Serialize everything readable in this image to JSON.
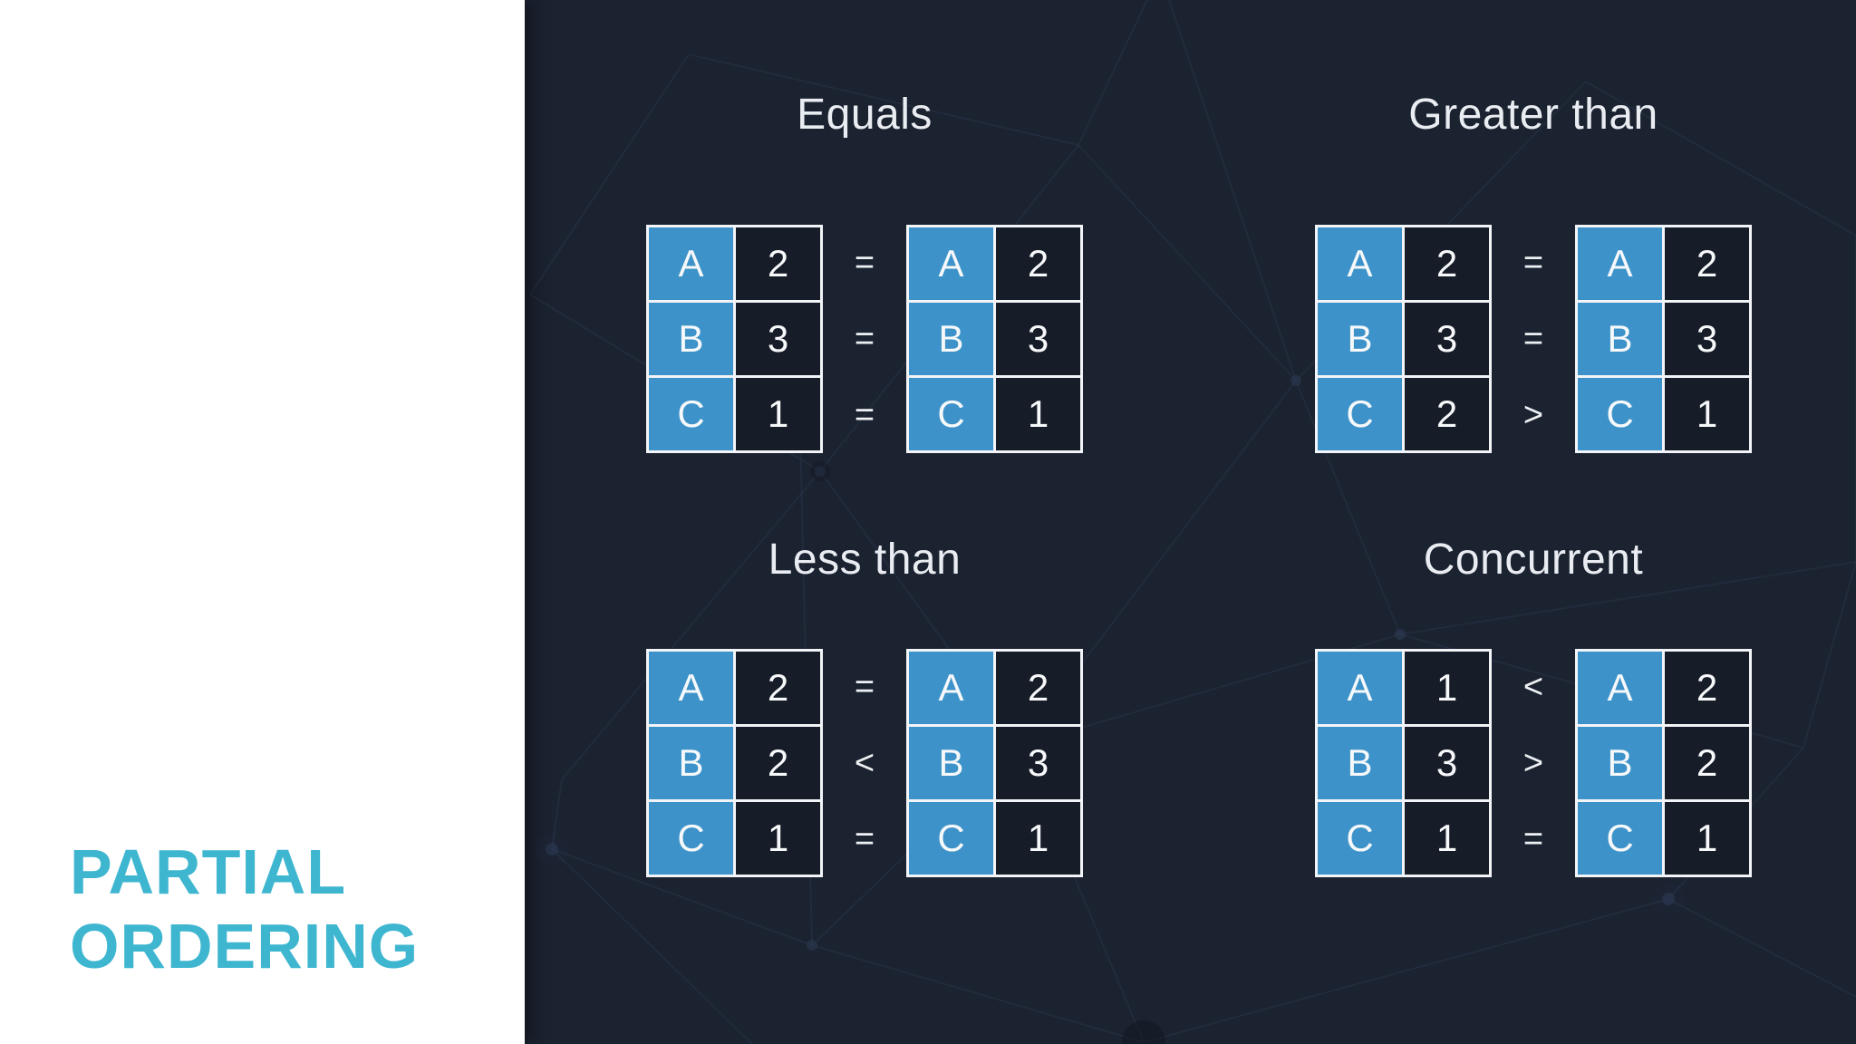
{
  "slide": {
    "title_line1": "PARTIAL",
    "title_line2": "ORDERING",
    "accent_color": "#3eb6d0",
    "panel_background": "#ffffff",
    "canvas_background": "#1b2230",
    "table_key_color": "#3d93c9",
    "table_value_background": "#161c28",
    "grid_line_color": "#f2f4f7",
    "title_text_color": "#e9edf2"
  },
  "quadrants": [
    {
      "label": "Equals",
      "rows": [
        "A",
        "B",
        "C"
      ],
      "left_values": [
        "2",
        "3",
        "1"
      ],
      "operators": [
        "=",
        "=",
        "="
      ],
      "right_values": [
        "2",
        "3",
        "1"
      ]
    },
    {
      "label": "Greater than",
      "rows": [
        "A",
        "B",
        "C"
      ],
      "left_values": [
        "2",
        "3",
        "2"
      ],
      "operators": [
        "=",
        "=",
        ">"
      ],
      "right_values": [
        "2",
        "3",
        "1"
      ]
    },
    {
      "label": "Less than",
      "rows": [
        "A",
        "B",
        "C"
      ],
      "left_values": [
        "2",
        "2",
        "1"
      ],
      "operators": [
        "=",
        "<",
        "="
      ],
      "right_values": [
        "2",
        "3",
        "1"
      ]
    },
    {
      "label": "Concurrent",
      "rows": [
        "A",
        "B",
        "C"
      ],
      "left_values": [
        "1",
        "3",
        "1"
      ],
      "operators": [
        "<",
        ">",
        "="
      ],
      "right_values": [
        "2",
        "2",
        "1"
      ]
    }
  ]
}
